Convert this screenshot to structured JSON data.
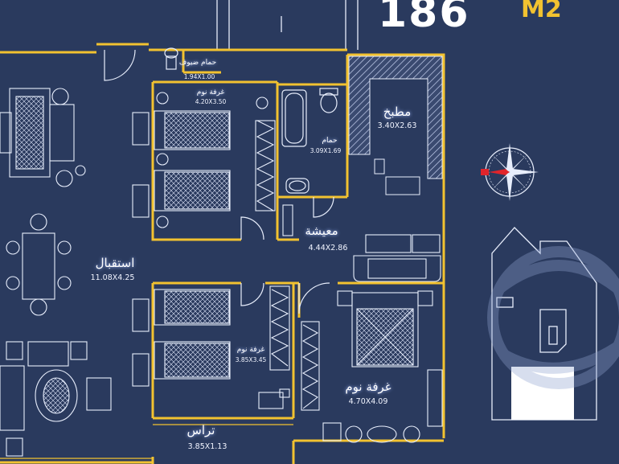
{
  "header": {
    "area_value": "186",
    "area_unit": "M2"
  },
  "rooms": {
    "guest_wc": {
      "name": "حمام ضيوف",
      "dims": "1.94X1.00"
    },
    "bedroom_top": {
      "name": "غرفة نوم",
      "dims": "4.20X3.50"
    },
    "bathroom": {
      "name": "حمام",
      "dims": "3.09X1.69"
    },
    "kitchen": {
      "name": "مطبخ",
      "dims": "3.40X2.63"
    },
    "living": {
      "name": "معيشة",
      "dims": "4.44X2.86"
    },
    "reception": {
      "name": "استقبال",
      "dims": "11.08X4.25"
    },
    "bedroom_mid": {
      "name": "غرفة نوم",
      "dims": "3.85X3.45"
    },
    "master": {
      "name": "غرفة نوم",
      "dims": "4.70X4.09"
    },
    "terrace": {
      "name": "تراس",
      "dims": "3.85X1.13"
    }
  },
  "colors": {
    "background": "#2a3a5e",
    "wall": "#f2c230",
    "furniture": "#e8eefc",
    "compass_pointer": "#e0242b",
    "text": "#ffffff"
  },
  "icons": [
    "compass-icon",
    "logo-watermark-icon",
    "site-key-plan-icon"
  ]
}
